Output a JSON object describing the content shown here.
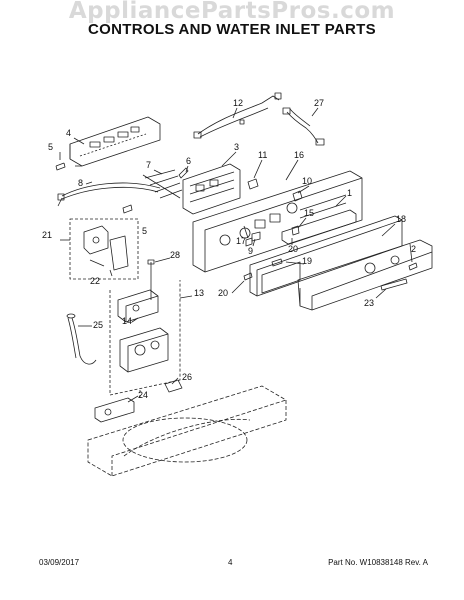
{
  "watermark": "AppliancePartsPros.com",
  "title": "CONTROLS AND WATER INLET PARTS",
  "callouts": {
    "c1": "1",
    "c2": "2",
    "c3": "3",
    "c4": "4",
    "c5a": "5",
    "c5b": "5",
    "c6": "6",
    "c7": "7",
    "c8": "8",
    "c9": "9",
    "c10": "10",
    "c11": "11",
    "c12": "12",
    "c13": "13",
    "c14": "14",
    "c15": "15",
    "c16": "16",
    "c17": "17",
    "c18": "18",
    "c19": "19",
    "c20a": "20",
    "c20b": "20",
    "c21": "21",
    "c22": "22",
    "c23": "23",
    "c24": "24",
    "c25": "25",
    "c26": "26",
    "c27": "27",
    "c28": "28"
  },
  "footer": {
    "date": "03/09/2017",
    "page": "4",
    "part": "Part No. W10838148  Rev. A"
  }
}
